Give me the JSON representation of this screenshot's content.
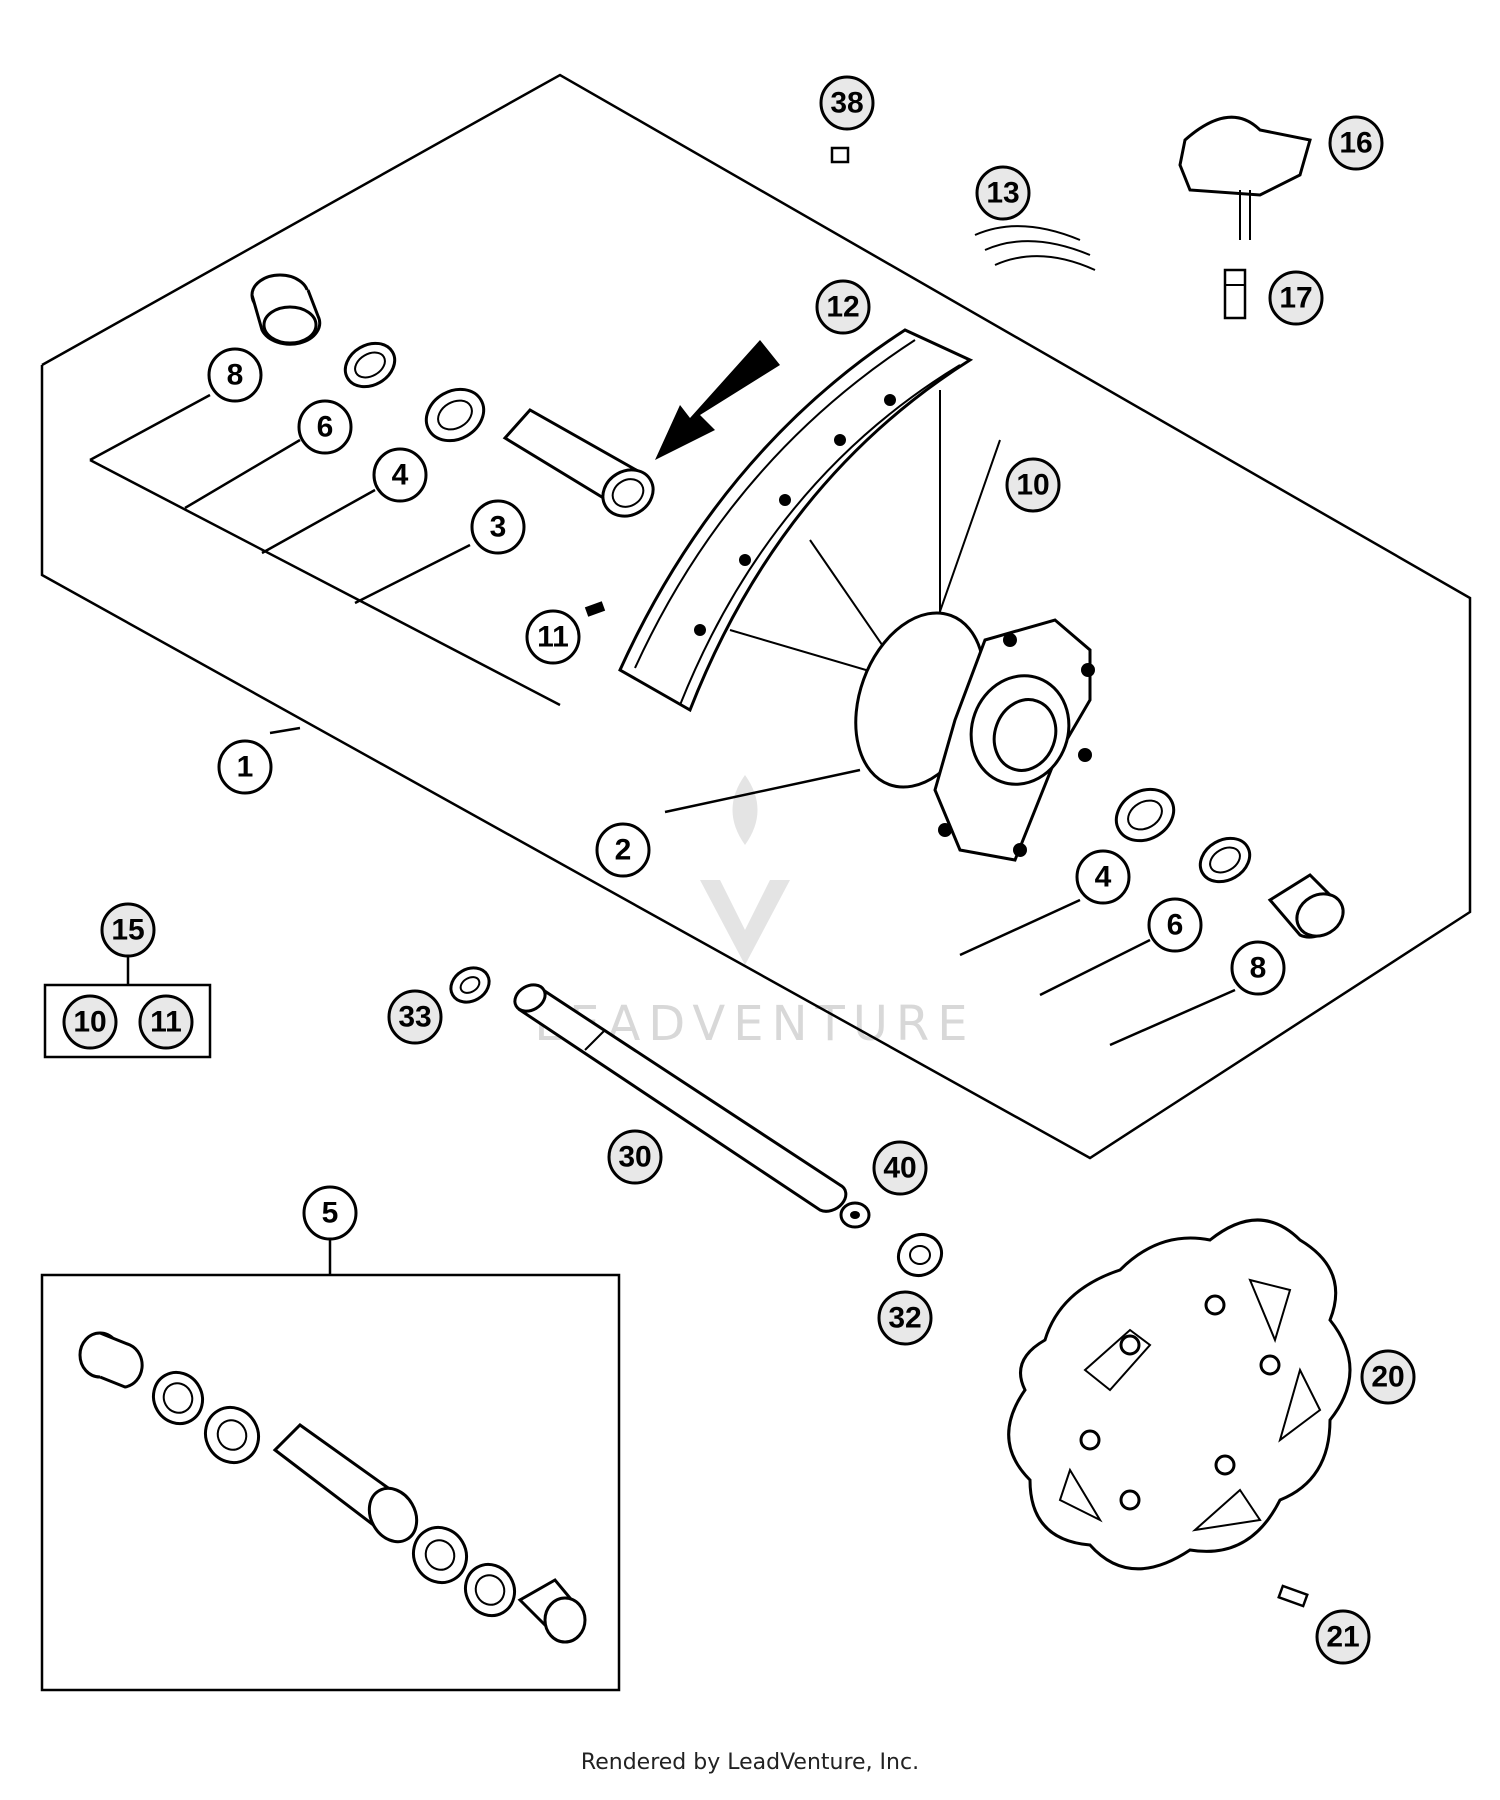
{
  "callouts": {
    "c1": "1",
    "c2": "2",
    "c3": "3",
    "c4a": "4",
    "c4b": "4",
    "c5": "5",
    "c6a": "6",
    "c6b": "6",
    "c8a": "8",
    "c8b": "8",
    "c10": "10",
    "c11": "11",
    "c12": "12",
    "c13": "13",
    "c15": "15",
    "c16": "16",
    "c17": "17",
    "c20": "20",
    "c21": "21",
    "c30": "30",
    "c32": "32",
    "c33": "33",
    "c38": "38",
    "c40": "40",
    "kit10": "10",
    "kit11": "11"
  },
  "watermark": "LEADVENTURE",
  "footer": "Rendered by LeadVenture, Inc."
}
